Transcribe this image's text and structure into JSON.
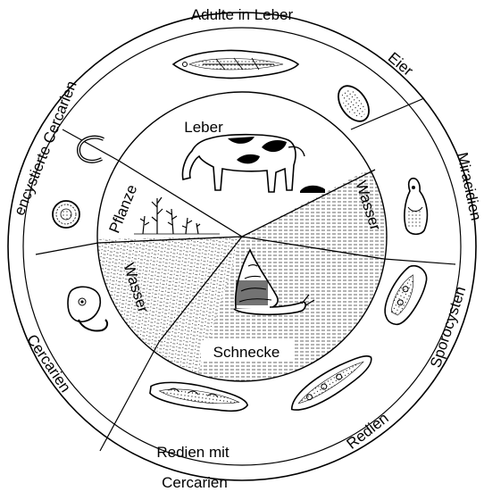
{
  "outer_labels": {
    "adult": "Adulte in Leber",
    "eggs": "Eier",
    "miracidia": "Miracidien",
    "sporocysts": "Sporocysten",
    "rediae": "Redien",
    "rediae_cercariae_line1": "Redien mit",
    "rediae_cercariae_line2": "Cercarien",
    "cercariae": "Cercarien",
    "encysted": "encystierte Cercarien"
  },
  "inner_labels": {
    "liver": "Leber",
    "plant": "Pflanze",
    "water_left": "Wasser",
    "water_right": "Wasser",
    "snail": "Schnecke"
  },
  "icons": {
    "adult_fluke": "liver-fluke-icon",
    "egg": "egg-icon",
    "miracidium": "miracidium-icon",
    "sporocyst": "sporocyst-icon",
    "redia_right": "redia-icon",
    "redia_left": "redia-with-cercariae-icon",
    "cercaria": "cercaria-icon",
    "cyst": "metacercaria-cyst-icon",
    "hook": "cercaria-tail-icon",
    "cow": "cow-icon",
    "plants": "water-plants-icon",
    "snail": "snail-icon"
  },
  "colors": {
    "line": "#000000",
    "background": "#ffffff"
  }
}
